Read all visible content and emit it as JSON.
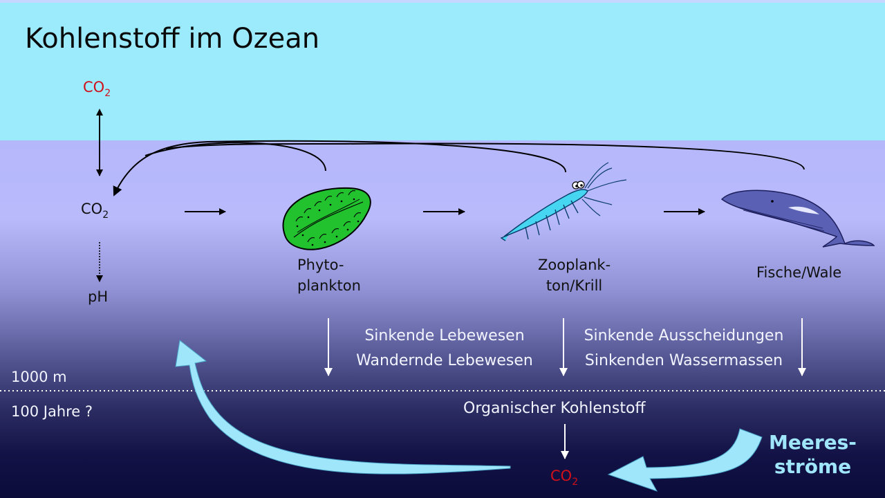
{
  "title": "Kohlenstoff im Ozean",
  "atmosphere_co2": {
    "base": "CO",
    "sub": "2"
  },
  "surface_co2": {
    "base": "CO",
    "sub": "2"
  },
  "ph": "pH",
  "phytoplankton": {
    "line1": "Phyto-",
    "line2": "plankton"
  },
  "zooplankton": {
    "line1": "Zooplank-",
    "line2": "ton/Krill"
  },
  "fish": "Fische/Wale",
  "sinking_left": {
    "line1": "Sinkende Lebewesen",
    "line2": "Wandernde Lebewesen"
  },
  "sinking_right": {
    "line1": "Sinkende Ausscheidungen",
    "line2": "Sinkenden Wassermassen"
  },
  "depth_label": "1000 m",
  "time_label": "100 Jahre ?",
  "organic_carbon": "Organischer Kohlenstoff",
  "deep_co2": {
    "base": "CO",
    "sub": "2"
  },
  "currents": {
    "line1": "Meeres-",
    "line2": "ströme"
  },
  "colors": {
    "sky": "#9bebfd",
    "ocean_top": "#b7b9fc",
    "ocean_deep": "#0c0c3e",
    "co2_red": "#d0101a",
    "current_arrow": "#9fe6fb",
    "phytoplankton": "#1fbf2c",
    "krill": "#3fd3ef",
    "whale": "#5a60b4"
  }
}
